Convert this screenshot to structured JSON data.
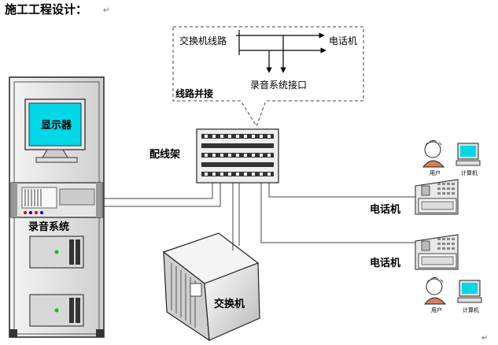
{
  "diagram": {
    "title": "施工工程设计：",
    "para_mark": "↵",
    "para_mark_end": "↵",
    "callout": {
      "switch_line": "交换机线路",
      "phone": "电话机",
      "recorder_interface": "录音系统接口"
    },
    "line_parallel_label": "线路并接",
    "display_label": "显示器",
    "distribution_frame_label": "配线架",
    "recording_system_label": "录音系统",
    "switch_label": "交换机",
    "phone_label_1": "电话机",
    "phone_label_2": "电话机",
    "user_1": {
      "person": "用户",
      "computer": "计算机"
    },
    "user_2": {
      "person": "用户",
      "computer": "计算机"
    }
  },
  "colors": {
    "screen": "#00d8e8",
    "server_case": "#d8d8d8",
    "line": "#444444"
  },
  "icons": [
    "person-icon",
    "computer-icon",
    "telephone-icon",
    "server-rack-icon",
    "switch-box-icon",
    "patch-panel-icon"
  ]
}
